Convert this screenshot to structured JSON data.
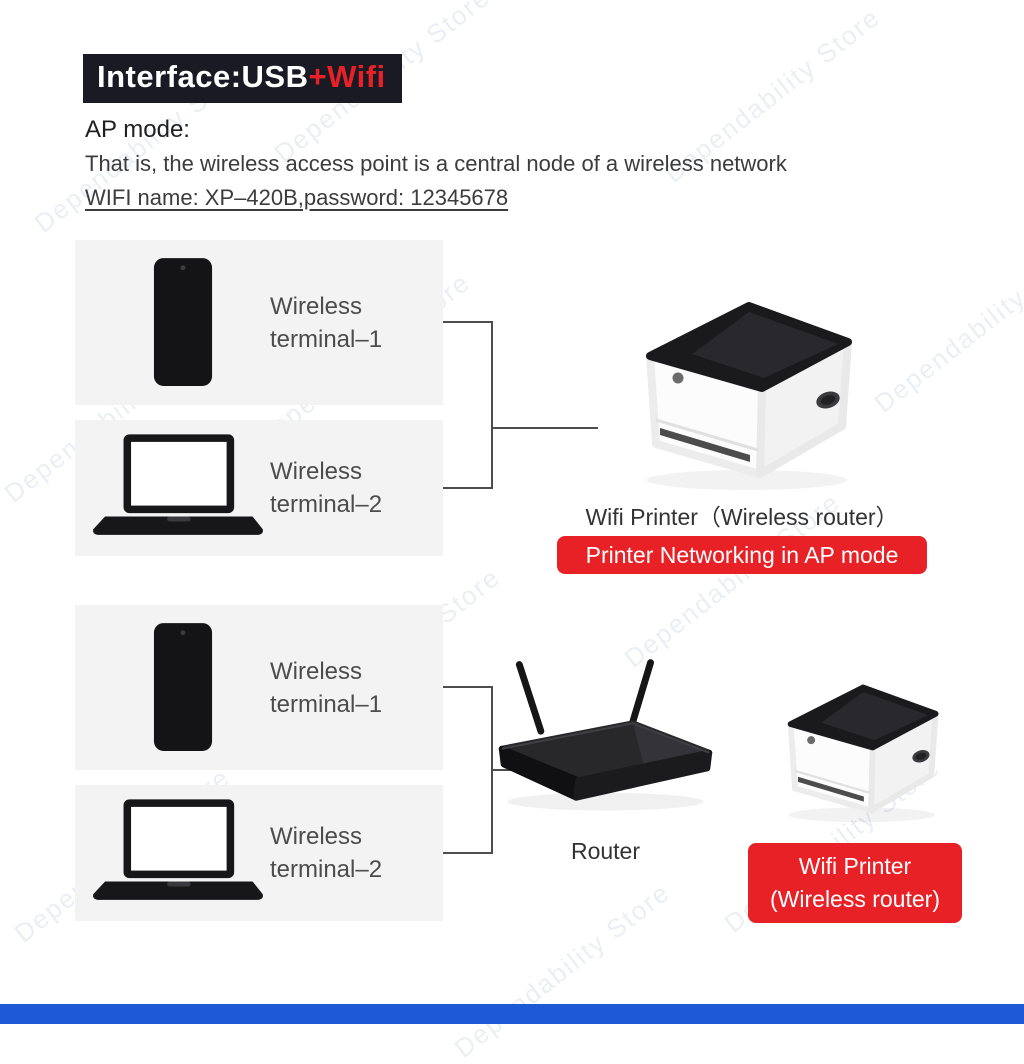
{
  "badge": {
    "text_primary": "Interface:USB",
    "text_accent": "+Wifi"
  },
  "intro": {
    "heading": "AP mode:",
    "description": "That is, the wireless access point is a central node of a wireless network",
    "credentials": "WIFI name: XP–420B,password: 12345678"
  },
  "section_ap": {
    "terminals": [
      {
        "line1": "Wireless",
        "line2": "terminal–1",
        "icon": "smartphone-icon"
      },
      {
        "line1": "Wireless",
        "line2": "terminal–2",
        "icon": "laptop-icon"
      }
    ],
    "printer_caption": "Wifi Printer（Wireless router）",
    "button_label": "Printer Networking in AP mode"
  },
  "section_infrastructure": {
    "terminals": [
      {
        "line1": "Wireless",
        "line2": "terminal–1",
        "icon": "smartphone-icon"
      },
      {
        "line1": "Wireless",
        "line2": "terminal–2",
        "icon": "laptop-icon"
      }
    ],
    "router_caption": "Router",
    "printer_button": {
      "line1": "Wifi Printer",
      "line2": "(Wireless router)"
    }
  },
  "watermark": "Dependability Store",
  "colors": {
    "accent_red": "#e82127",
    "badge_bg": "#1a1a24",
    "footer_blue": "#1e59d6",
    "box_gray": "#f3f3f3"
  }
}
